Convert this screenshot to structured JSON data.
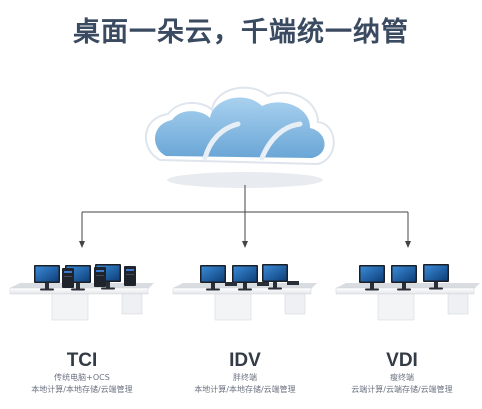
{
  "title": "桌面一朵云，千端统一纳管",
  "columns": [
    {
      "name": "TCI",
      "line1": "传统电脑+OCS",
      "line2": "本地计算/本地存储/云端管理"
    },
    {
      "name": "IDV",
      "line1": "胖终端",
      "line2": "本地计算/本地存储/云端管理"
    },
    {
      "name": "VDI",
      "line1": "瘦终端",
      "line2": "云端计算/云端存储/云端管理"
    }
  ],
  "colors": {
    "cloud_fill": "#7fb6e2",
    "cloud_edge": "#e9eef3",
    "connector": "#444444",
    "title": "#3a4a60"
  }
}
